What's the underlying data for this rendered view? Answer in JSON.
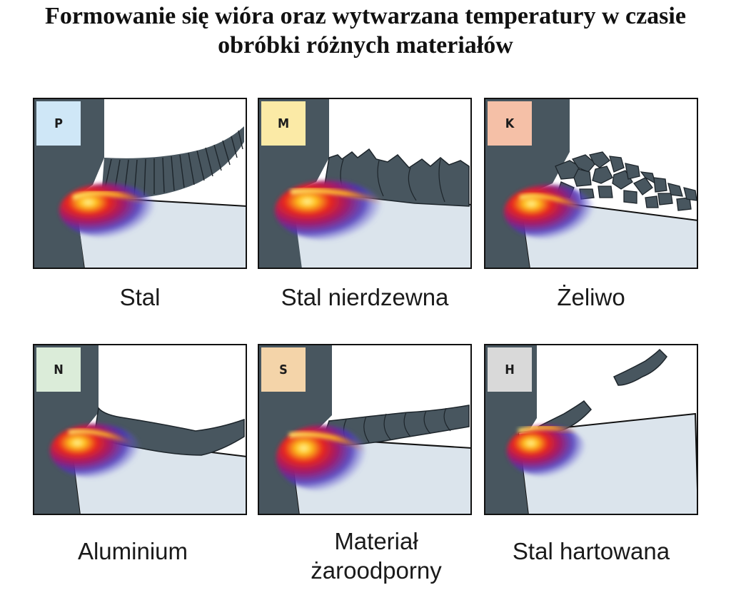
{
  "title": {
    "line1": "Formowanie się wióra oraz wytwarzana temperatury w czasie",
    "line2": "obróbki różnych materiałów"
  },
  "panels": [
    {
      "badge": "P",
      "badge_color": "#cfe7f7",
      "caption_line1": "Stal",
      "caption_line2": ""
    },
    {
      "badge": "M",
      "badge_color": "#fbeaa6",
      "caption_line1": "Stal nierdzewna",
      "caption_line2": ""
    },
    {
      "badge": "K",
      "badge_color": "#f5c0a7",
      "caption_line1": "Żeliwo",
      "caption_line2": ""
    },
    {
      "badge": "N",
      "badge_color": "#dbecd9",
      "caption_line1": "Aluminium",
      "caption_line2": ""
    },
    {
      "badge": "S",
      "badge_color": "#f4d4a9",
      "caption_line1": "Materiał",
      "caption_line2": "żaroodporny"
    },
    {
      "badge": "H",
      "badge_color": "#d9d9d9",
      "caption_line1": "Stal hartowana",
      "caption_line2": ""
    }
  ],
  "colors": {
    "tool": "#48565f",
    "workpiece": "#dbe4ec",
    "chip": "#48565f",
    "outline": "#111111"
  }
}
